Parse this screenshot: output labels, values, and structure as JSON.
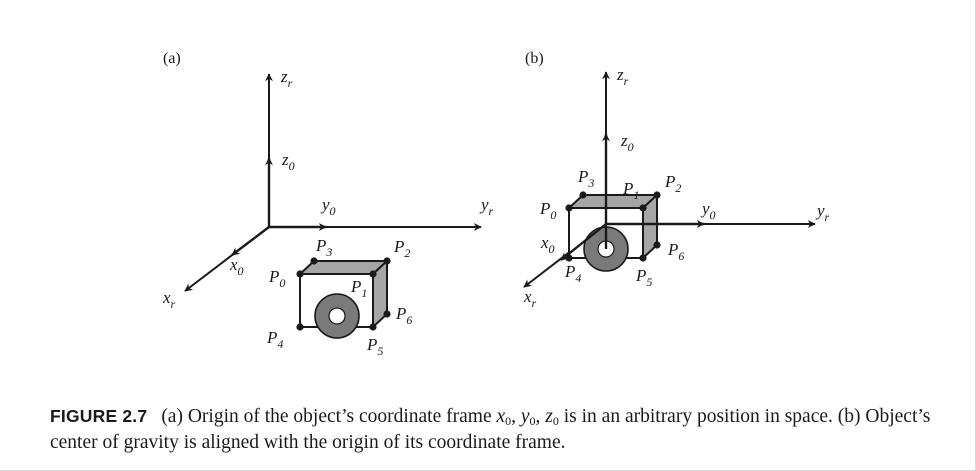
{
  "panels": {
    "a": {
      "label": "(a)"
    },
    "b": {
      "label": "(b)"
    }
  },
  "axes": {
    "z_r": {
      "base": "z",
      "sub": "r"
    },
    "y_r": {
      "base": "y",
      "sub": "r"
    },
    "x_r": {
      "base": "x",
      "sub": "r"
    },
    "z_0": {
      "base": "z",
      "sub": "0"
    },
    "y_0": {
      "base": "y",
      "sub": "0"
    },
    "x_0": {
      "base": "x",
      "sub": "0"
    }
  },
  "points": {
    "base": "P",
    "subs": [
      "0",
      "1",
      "2",
      "3",
      "4",
      "5",
      "6"
    ]
  },
  "caption": {
    "figure_label": "FIGURE 2.7",
    "text_a": "(a) Origin of the object’s coordinate frame ",
    "x": "x",
    "y": "y",
    "z": "z",
    "sub0": "0",
    "sep": ", ",
    "text_b": " is in an arbitrary position in space. (b) Object’s center of gravity is aligned with the origin of its coordinate frame."
  }
}
